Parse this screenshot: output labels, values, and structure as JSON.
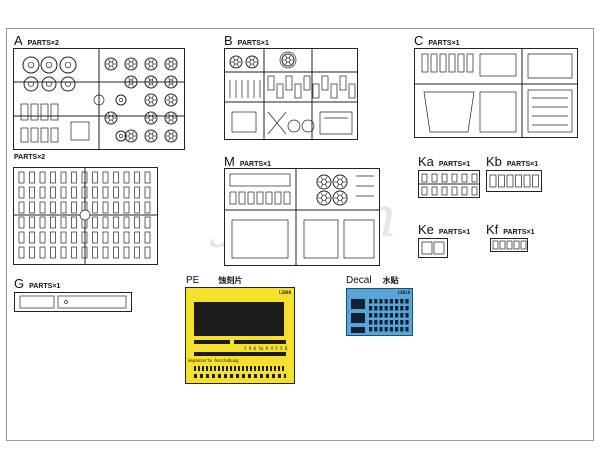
{
  "labels": {
    "A": {
      "letter": "A",
      "parts": "PARTS×2"
    },
    "B": {
      "letter": "B",
      "parts": "PARTS×1"
    },
    "C": {
      "letter": "C",
      "parts": "PARTS×1"
    },
    "A2": {
      "parts": "PARTS×2"
    },
    "M": {
      "letter": "M",
      "parts": "PARTS×1"
    },
    "Ka": {
      "letter": "Ka",
      "parts": "PARTS×1"
    },
    "Kb": {
      "letter": "Kb",
      "parts": "PARTS×1"
    },
    "Ke": {
      "letter": "Ke",
      "parts": "PARTS×1"
    },
    "Kf": {
      "letter": "Kf",
      "parts": "PARTS×1"
    },
    "G": {
      "letter": "G",
      "parts": "PARTS×1"
    },
    "PE": {
      "letter": "PE",
      "zh": "蚀刻片"
    },
    "Decal": {
      "letter": "Decal",
      "zh": "水贴"
    }
  },
  "pe_plate": {
    "code": "L3500",
    "caption": "Gepanzerte Anschobung",
    "count": "7 9 6 5a 9 4 5 5 8"
  },
  "decal_sheet": {
    "code": "L8516"
  },
  "colors": {
    "pe_plate": "#f5e12c",
    "decal_sheet": "#59a5d8",
    "line": "#222222"
  }
}
